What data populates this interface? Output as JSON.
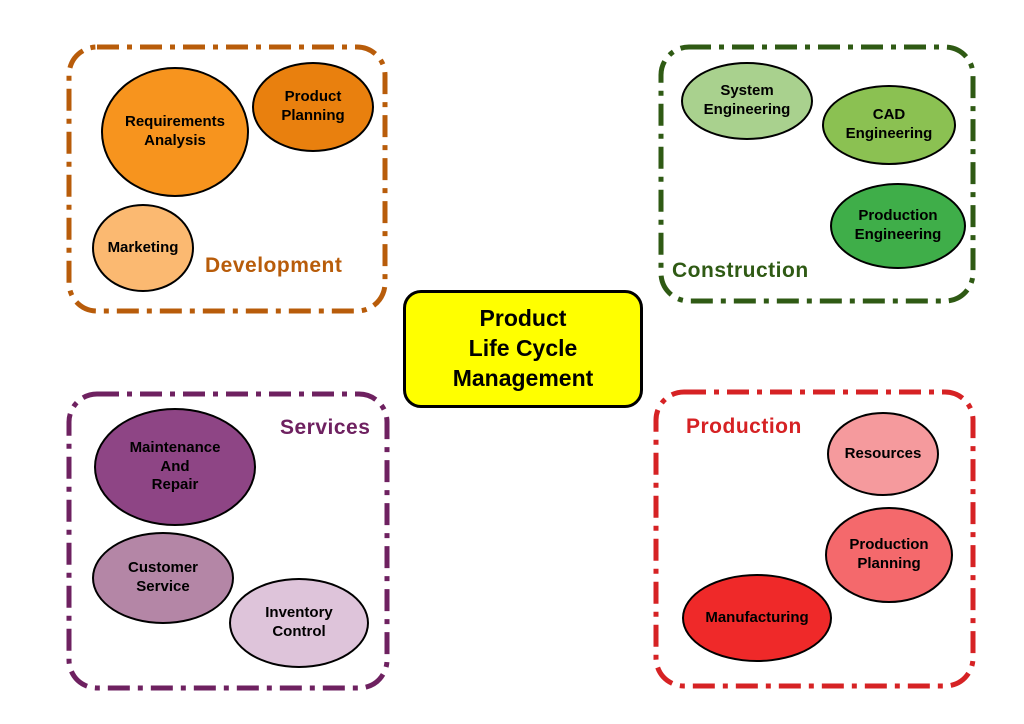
{
  "title": "Product\nLife Cycle\nManagement",
  "colors": {
    "development_border": "#B85C0A",
    "construction_border": "#2F5A14",
    "services_border": "#6E2160",
    "production_border": "#D62224",
    "center_bg": "#FFFF00",
    "requirements_analysis_fill": "#F7941E",
    "product_planning_fill": "#E9800E",
    "marketing_fill": "#FBB971",
    "system_engineering_fill": "#A9D18E",
    "cad_engineering_fill": "#8BC152",
    "production_engineering_fill": "#3FAE49",
    "maintenance_and_repair_fill": "#8E4585",
    "customer_service_fill": "#B486A6",
    "inventory_control_fill": "#DEC4DA",
    "resources_fill": "#F59A9D",
    "production_planning_fill": "#F4696C",
    "manufacturing_fill": "#EF2929"
  },
  "groups": {
    "development": {
      "label": "Development",
      "nodes": {
        "requirements_analysis": "Requirements\nAnalysis",
        "product_planning": "Product\nPlanning",
        "marketing": "Marketing"
      }
    },
    "construction": {
      "label": "Construction",
      "nodes": {
        "system_engineering": "System\nEngineering",
        "cad_engineering": "CAD\nEngineering",
        "production_engineering": "Production\nEngineering"
      }
    },
    "services": {
      "label": "Services",
      "nodes": {
        "maintenance_and_repair": "Maintenance\nAnd\nRepair",
        "customer_service": "Customer\nService",
        "inventory_control": "Inventory\nControl"
      }
    },
    "production": {
      "label": "Production",
      "nodes": {
        "resources": "Resources",
        "production_planning": "Production\nPlanning",
        "manufacturing": "Manufacturing"
      }
    }
  }
}
